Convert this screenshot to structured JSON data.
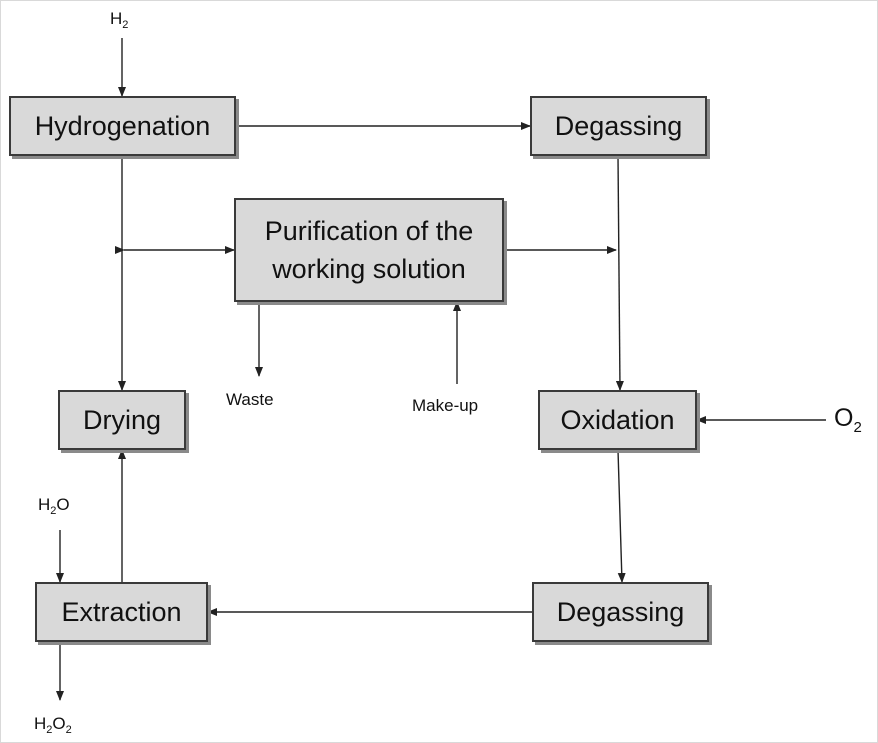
{
  "nodes": {
    "hydrogenation": "Hydrogenation",
    "degassing_top": "Degassing",
    "purification_line1": "Purification of the",
    "purification_line2": "working solution",
    "drying": "Drying",
    "oxidation": "Oxidation",
    "extraction": "Extraction",
    "degassing_bottom": "Degassing"
  },
  "streams": {
    "h2_in": {
      "base": "H",
      "sub": "2",
      "tail": ""
    },
    "o2_in": {
      "base": "O",
      "sub": "2",
      "tail": ""
    },
    "h2o_in": {
      "base": "H",
      "sub": "2",
      "tail": "O"
    },
    "h2o2_out": {
      "base": "H",
      "sub": "2",
      "mid": "O",
      "sub2": "2"
    },
    "waste": "Waste",
    "makeup": "Make-up"
  },
  "colors": {
    "box_fill": "#d9d9d9",
    "box_border": "#3a3a3a",
    "line": "#222222"
  }
}
